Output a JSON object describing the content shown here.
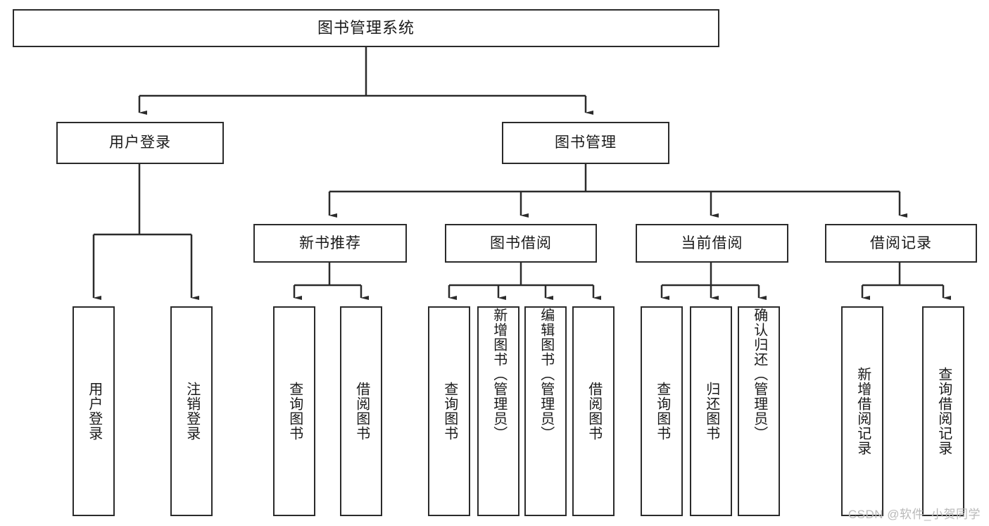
{
  "diagram": {
    "title": "图书管理系统",
    "root": {
      "label": "图书管理系统"
    },
    "level1": [
      {
        "label": "用户登录"
      },
      {
        "label": "图书管理"
      }
    ],
    "level2": [
      {
        "label": "新书推荐"
      },
      {
        "label": "图书借阅"
      },
      {
        "label": "当前借阅"
      },
      {
        "label": "借阅记录"
      }
    ],
    "leaves": [
      {
        "label": "用户登录",
        "parent": "用户登录"
      },
      {
        "label": "注销登录",
        "parent": "用户登录"
      },
      {
        "label": "查询图书",
        "parent": "新书推荐"
      },
      {
        "label": "借阅图书",
        "parent": "新书推荐"
      },
      {
        "label": "查询图书",
        "parent": "图书借阅"
      },
      {
        "label": "新增图书（管理员）",
        "parent": "图书借阅"
      },
      {
        "label": "编辑图书（管理员）",
        "parent": "图书借阅"
      },
      {
        "label": "借阅图书",
        "parent": "图书借阅"
      },
      {
        "label": "查询图书",
        "parent": "当前借阅"
      },
      {
        "label": "归还图书",
        "parent": "当前借阅"
      },
      {
        "label": "确认归还（管理员）",
        "parent": "当前借阅"
      },
      {
        "label": "新增借阅记录",
        "parent": "借阅记录"
      },
      {
        "label": "查询借阅记录",
        "parent": "借阅记录"
      }
    ]
  },
  "watermark": {
    "text": "CSDN @软件_小贺同学"
  },
  "colors": {
    "stroke": "#2b2b2b",
    "fill": "#ffffff",
    "text": "#1a1a1a",
    "watermark": "#b9b9b9"
  }
}
